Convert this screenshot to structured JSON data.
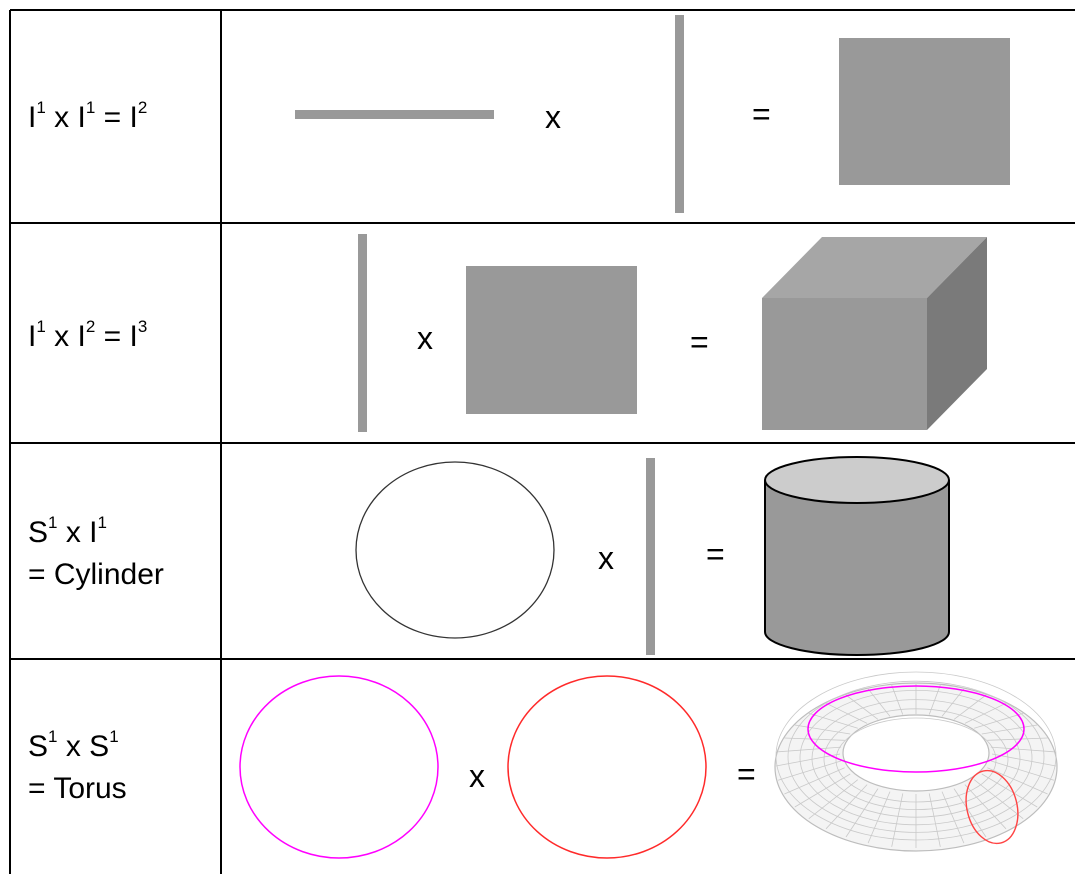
{
  "colors": {
    "border": "#000000",
    "shape_fill": "#999999",
    "cube_top": "#a6a6a6",
    "cube_side": "#7a7a7a",
    "cylinder_top": "#cccccc",
    "circle_magenta": "#ff00ff",
    "circle_red": "#ff2a2a",
    "torus_mesh": "#bfbfbf"
  },
  "rows": [
    {
      "lhs": "I",
      "exp1": "1",
      "op": "x",
      "rhs": "I",
      "exp2": "1",
      "eq": "=",
      "result": "I",
      "exp3": "2"
    },
    {
      "lhs": "I",
      "exp1": "1",
      "op": "x",
      "rhs": "I",
      "exp2": "2",
      "eq": "=",
      "result": "I",
      "exp3": "3"
    },
    {
      "lhs": "S",
      "exp1": "1",
      "op": "x",
      "rhs": "I",
      "exp2": "1",
      "line2": "= Cylinder"
    },
    {
      "lhs": "S",
      "exp1": "1",
      "op": "x",
      "rhs": "S",
      "exp2": "1",
      "line2": "= Torus"
    }
  ],
  "operators": {
    "times": "x",
    "equals": "="
  },
  "icons": [
    "line-segment-icon",
    "square-icon",
    "cube-icon",
    "circle-icon",
    "cylinder-icon",
    "torus-icon"
  ]
}
